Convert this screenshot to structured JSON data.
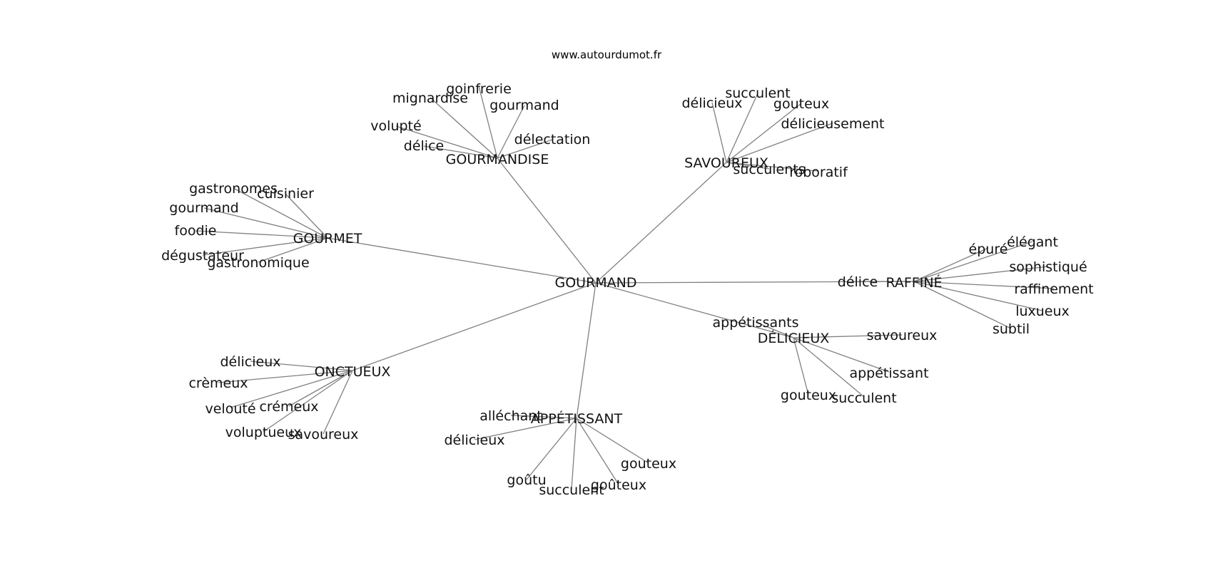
{
  "site": "www.autourdumot.fr",
  "graph": {
    "center": "GOURMAND",
    "hubs": [
      {
        "label": "GOURMANDISE",
        "words": [
          "goinfrerie",
          "mignardise",
          "gourmand",
          "volupté",
          "délectation",
          "délice"
        ]
      },
      {
        "label": "SAVOUREUX",
        "words": [
          "succulent",
          "délicieux",
          "gouteux",
          "délicieusement",
          "succulents",
          "roboratif"
        ]
      },
      {
        "label": "GOURMET",
        "words": [
          "gastronomes",
          "cuisinier",
          "gourmand",
          "foodie",
          "dégustateur",
          "gastronomique"
        ]
      },
      {
        "label": "RAFFINÉ",
        "words": [
          "délice",
          "élégant",
          "épuré",
          "sophistiqué",
          "raffinement",
          "luxueux",
          "subtil"
        ]
      },
      {
        "label": "DÉLICIEUX",
        "words": [
          "appétissants",
          "savoureux",
          "appétissant",
          "gouteux",
          "succulent"
        ]
      },
      {
        "label": "ONCTUEUX",
        "words": [
          "délicieux",
          "crèmeux",
          "velouté",
          "crémeux",
          "voluptueux",
          "savoureux"
        ]
      },
      {
        "label": "APPÉTISSANT",
        "words": [
          "alléchant",
          "délicieux",
          "gouteux",
          "goûtu",
          "goûteux",
          "succulent"
        ]
      }
    ]
  }
}
